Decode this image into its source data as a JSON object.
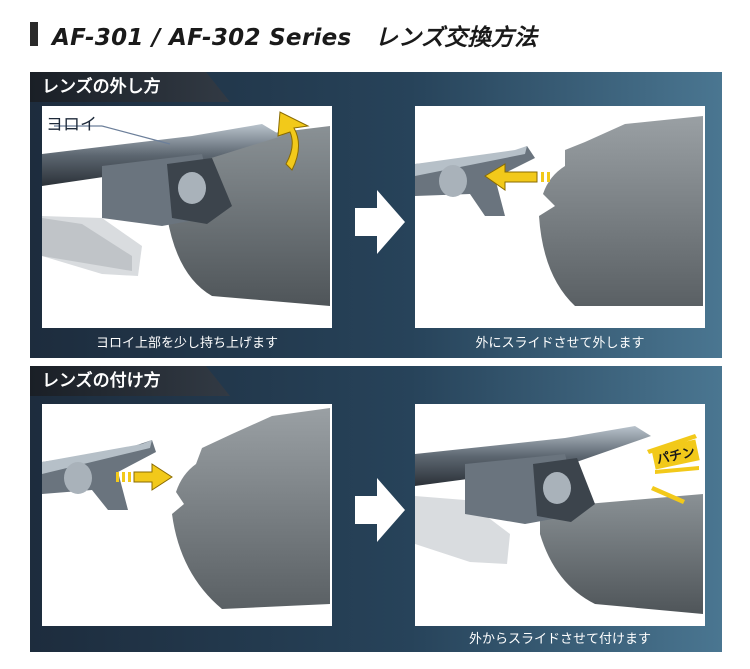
{
  "header": {
    "title": "AF-301 / AF-302 Series　レンズ交換方法"
  },
  "removal": {
    "section_label": "レンズの外し方",
    "step1": {
      "callout_label": "ヨロイ",
      "caption": "ヨロイ上部を少し持ち上げます"
    },
    "step2": {
      "caption": "外にスライドさせて外します"
    }
  },
  "attach": {
    "section_label": "レンズの付け方",
    "step1": {
      "caption": ""
    },
    "step2": {
      "sound_label": "パチン",
      "caption": "外からスライドさせて付けます"
    }
  },
  "colors": {
    "accent_yellow": "#f2c91a",
    "panel_dark": "#1d2c3d",
    "panel_light": "#4a7691"
  },
  "icons": [
    "arrow-right-icon",
    "slide-arrow-icon",
    "lift-arrow-icon"
  ]
}
